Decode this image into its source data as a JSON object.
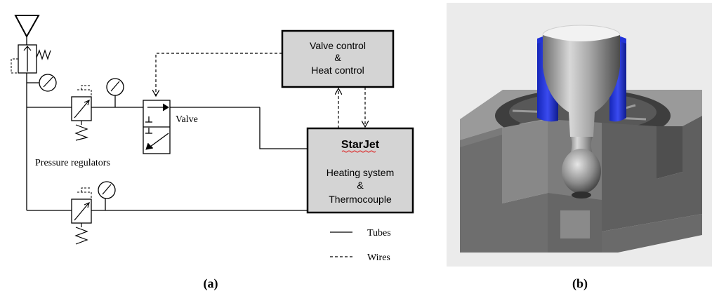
{
  "panel_a": {
    "valve_control_box": {
      "line1": "Valve control",
      "line2": "&",
      "line3": "Heat control"
    },
    "starjet_box": {
      "title": "StarJet",
      "line1": "Heating system",
      "line2": "&",
      "line3": "Thermocouple"
    },
    "valve_label": "Valve",
    "pressure_regulators_label": "Pressure regulators",
    "legend": {
      "tubes": "Tubes",
      "wires": "Wires"
    },
    "caption": "(a)"
  },
  "panel_b": {
    "caption": "(b)",
    "colors": {
      "sleeve": "#1f2ed6",
      "block": "#6e6e6e",
      "background": "#ebebeb"
    }
  }
}
